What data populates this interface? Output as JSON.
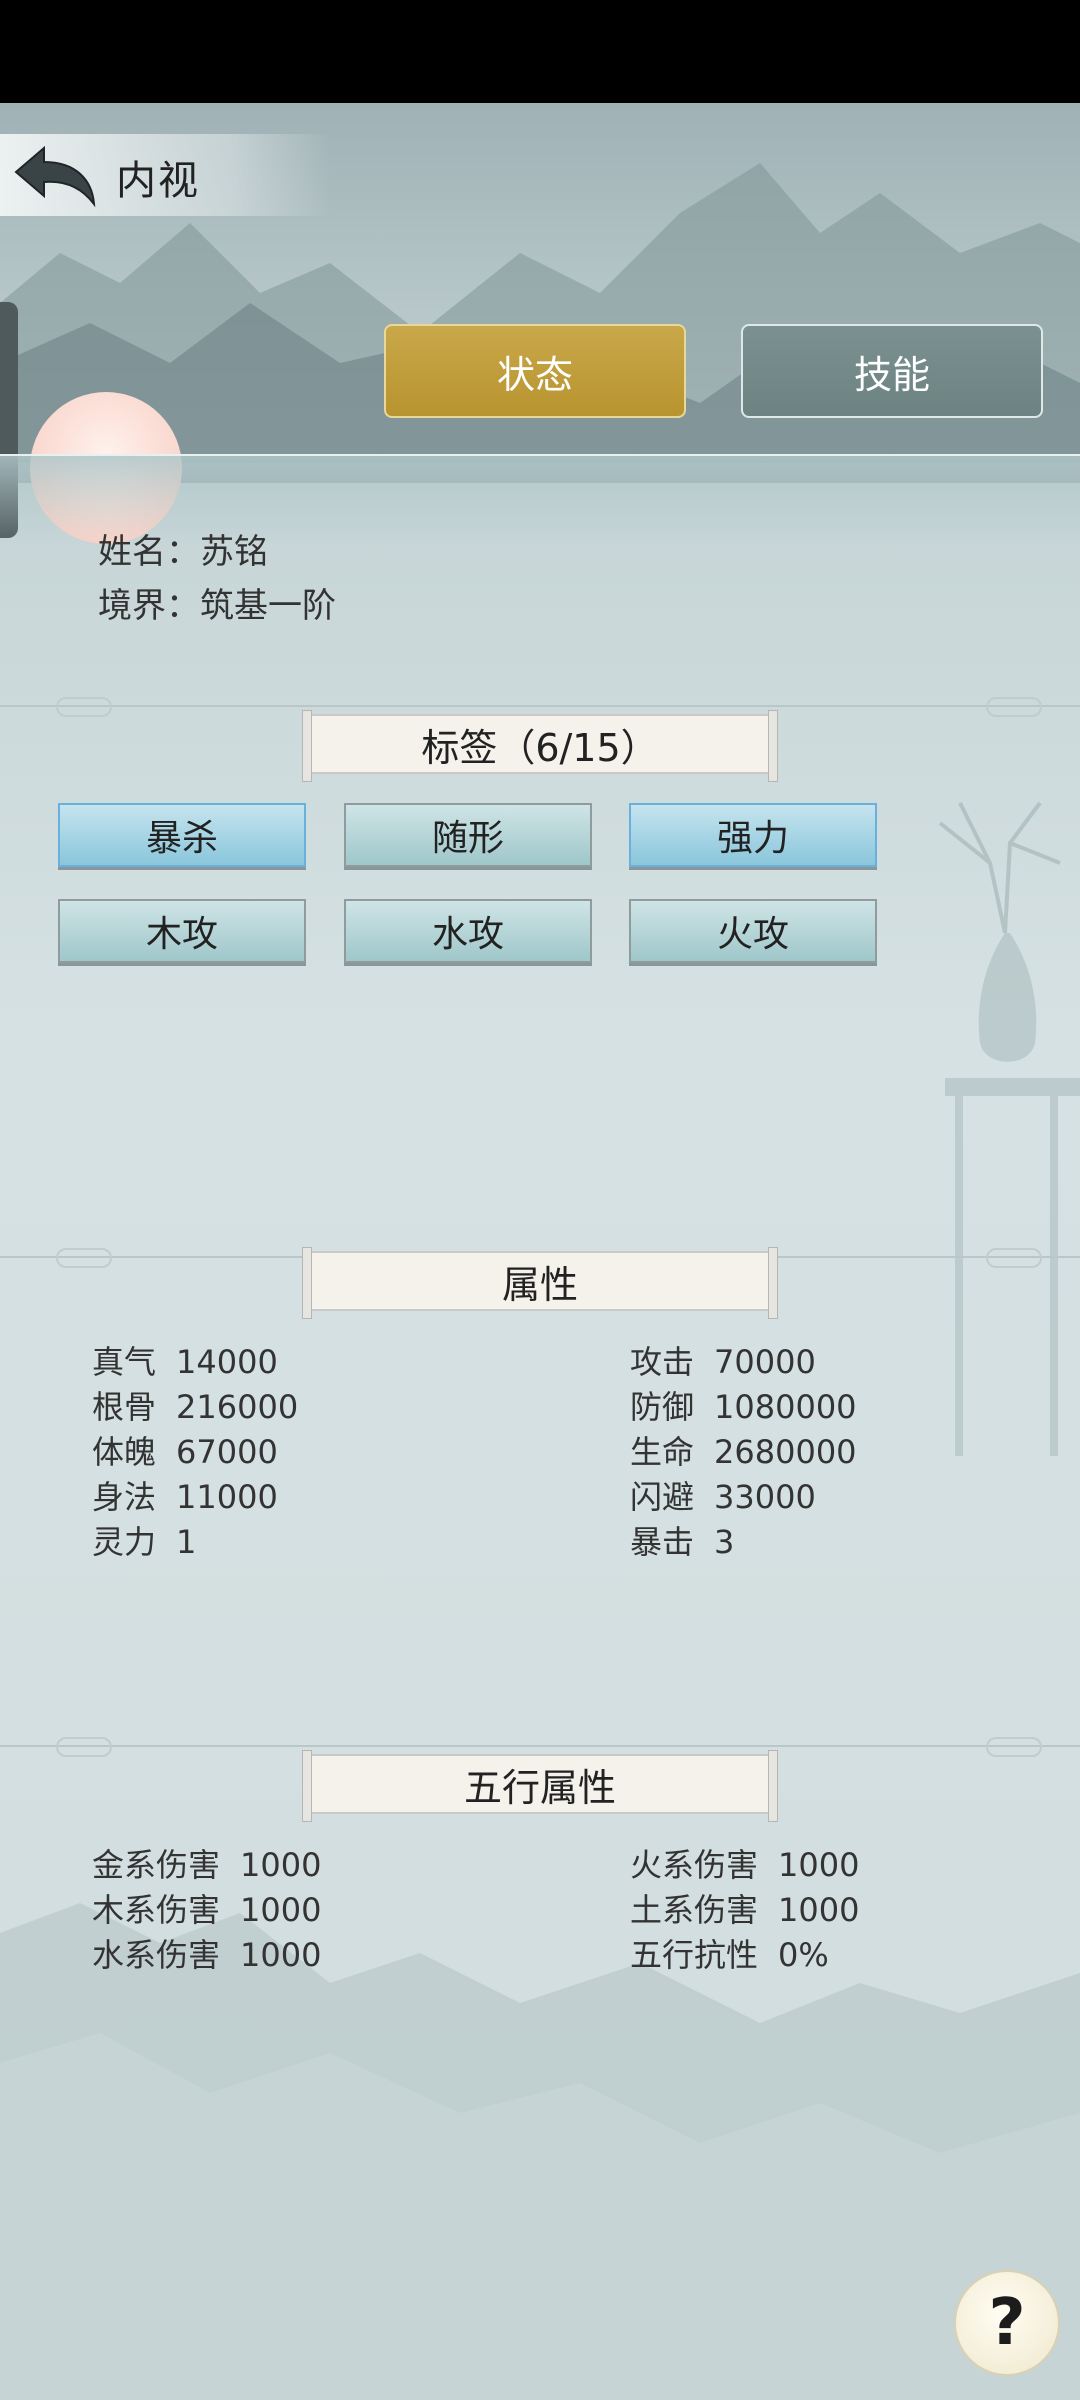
{
  "header": {
    "title": "内视"
  },
  "tabs": [
    {
      "label": "状态",
      "active": true
    },
    {
      "label": "技能",
      "active": false
    }
  ],
  "character": {
    "name_label": "姓名：",
    "name": "苏铭",
    "realm_label": "境界：",
    "realm": "筑基一阶"
  },
  "tags_section": {
    "title": "标签（6/15）",
    "tags": [
      {
        "label": "暴杀",
        "highlighted": true
      },
      {
        "label": "随形",
        "highlighted": false
      },
      {
        "label": "强力",
        "highlighted": true
      },
      {
        "label": "木攻",
        "highlighted": false
      },
      {
        "label": "水攻",
        "highlighted": false
      },
      {
        "label": "火攻",
        "highlighted": false
      }
    ]
  },
  "attributes_section": {
    "title": "属性",
    "left": [
      {
        "key": "真气",
        "value": "14000"
      },
      {
        "key": "根骨",
        "value": "216000"
      },
      {
        "key": "体魄",
        "value": "67000"
      },
      {
        "key": "身法",
        "value": "11000"
      },
      {
        "key": "灵力",
        "value": "1"
      }
    ],
    "right": [
      {
        "key": "攻击",
        "value": "70000"
      },
      {
        "key": "防御",
        "value": "1080000"
      },
      {
        "key": "生命",
        "value": "2680000"
      },
      {
        "key": "闪避",
        "value": "33000"
      },
      {
        "key": "暴击",
        "value": "3"
      }
    ]
  },
  "elements_section": {
    "title": "五行属性",
    "left": [
      {
        "key": "金系伤害",
        "value": "1000"
      },
      {
        "key": "木系伤害",
        "value": "1000"
      },
      {
        "key": "水系伤害",
        "value": "1000"
      }
    ],
    "right": [
      {
        "key": "火系伤害",
        "value": "1000"
      },
      {
        "key": "土系伤害",
        "value": "1000"
      },
      {
        "key": "五行抗性",
        "value": "0%"
      }
    ]
  },
  "help": {
    "label": "?"
  },
  "colors": {
    "active_tab": "#c3a03d",
    "inactive_tab": "#748a89",
    "tag_highlight": "#6ab0dc"
  }
}
